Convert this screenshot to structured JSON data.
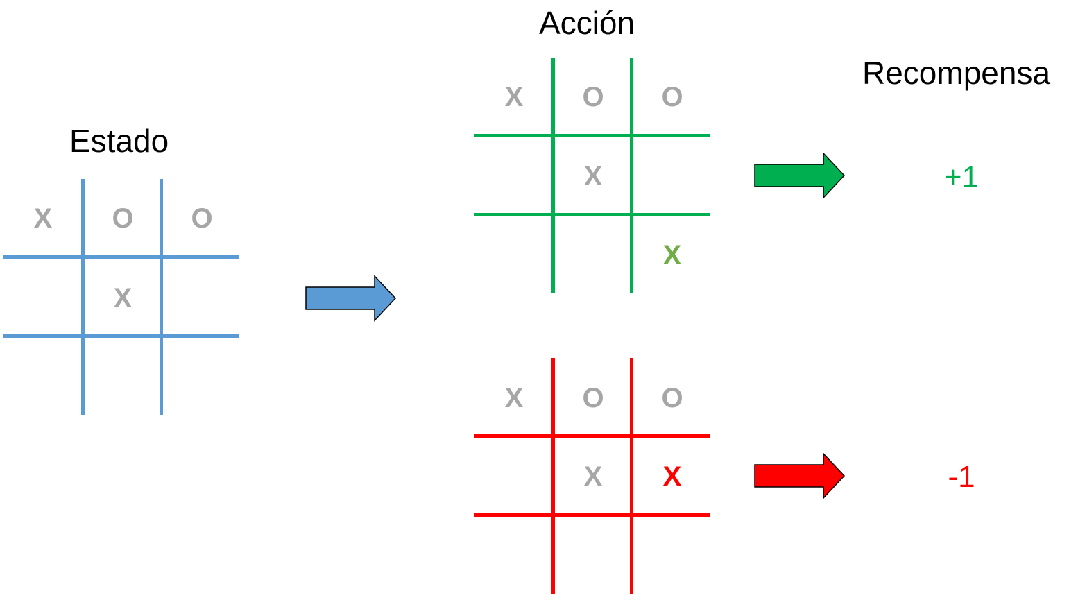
{
  "labels": {
    "state": "Estado",
    "action": "Acción",
    "reward": "Recompensa"
  },
  "colors": {
    "state": "#5b9bd5",
    "good": "#00b050",
    "bad": "#ff0000",
    "mark": "#a6a6a6",
    "good_move": "#70ad47"
  },
  "state_board": {
    "cells": [
      "X",
      "O",
      "O",
      "",
      "X",
      "",
      "",
      "",
      ""
    ]
  },
  "action_good": {
    "cells": [
      "X",
      "O",
      "O",
      "",
      "X",
      "",
      "",
      "",
      "X"
    ]
  },
  "action_bad": {
    "cells": [
      "X",
      "O",
      "O",
      "",
      "X",
      "X",
      "",
      "",
      ""
    ]
  },
  "reward_good": "+1",
  "reward_bad": "-1"
}
